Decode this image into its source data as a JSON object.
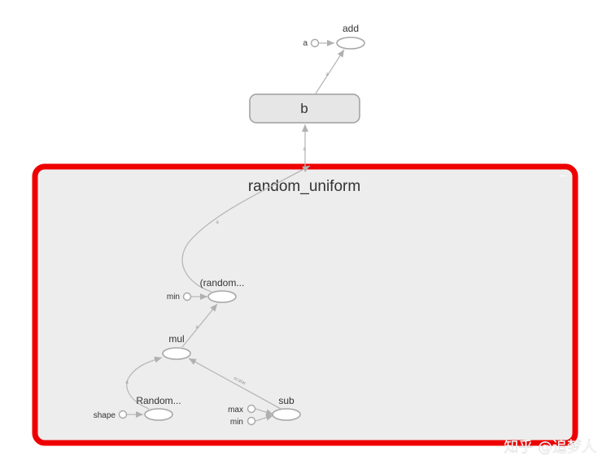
{
  "nodes": {
    "add": "add",
    "a": "a",
    "b": "b",
    "scope": "random_uniform",
    "random_inner": "(random...",
    "min_top": "min",
    "mul": "mul",
    "random_uniform_op": "Random...",
    "shape": "shape",
    "sub": "sub",
    "max": "max",
    "min_bottom": "min"
  },
  "edges": {
    "b_to_add": "a",
    "scope_to_b": "a",
    "inner_to_scope": "a",
    "mul_to_inner": "a",
    "random_to_mul": "a",
    "sub_to_mul": "scalar"
  },
  "scope_collapse_symbol": "−",
  "watermark": "知乎 @追梦人",
  "colors": {
    "highlight_border": "#ee0000",
    "scope_fill": "#ededed",
    "scope_stroke": "#cfcfcf",
    "b_fill": "#e6e6e6",
    "b_stroke": "#9e9e9e",
    "edge": "#b8b8b8"
  }
}
